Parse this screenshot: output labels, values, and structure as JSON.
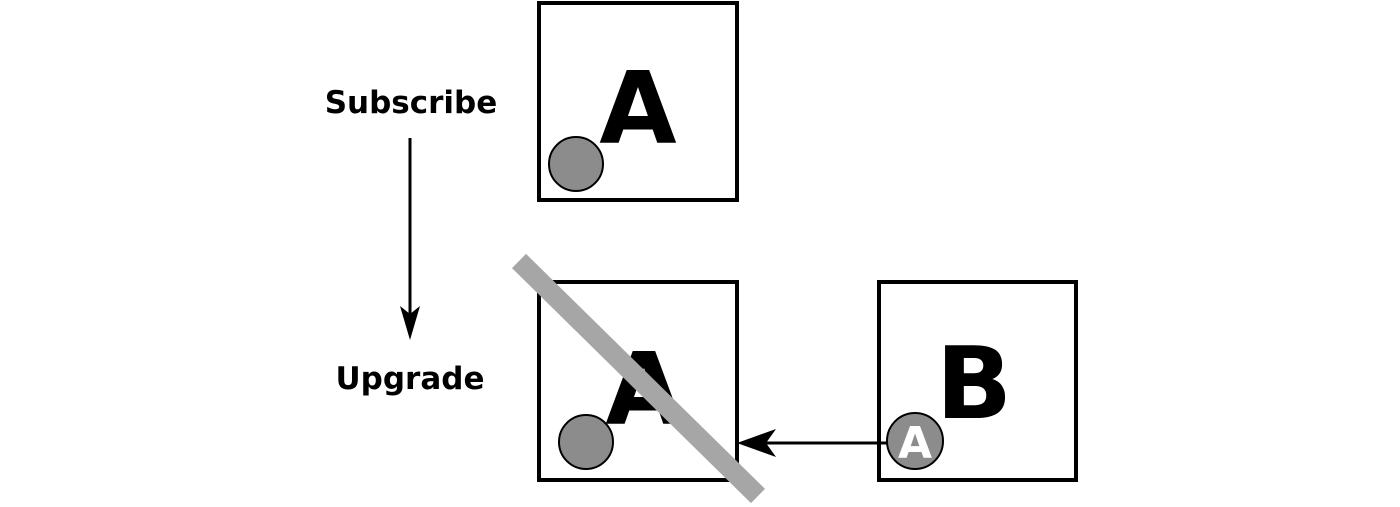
{
  "steps": {
    "subscribe_label": "Subscribe",
    "upgrade_label": "Upgrade"
  },
  "boxes": {
    "top_app_letter": "A",
    "bottom_old_app_letter": "A",
    "bottom_new_app_letter": "B",
    "migrated_badge_letter": "A"
  },
  "colors": {
    "stroke": "#000000",
    "circle_fill": "#8c8c8c",
    "strike_bar": "#a6a6a6",
    "badge_text": "#ffffff"
  },
  "icons": {
    "subscription_circle": "filled-circle",
    "down_arrow": "arrow-down",
    "left_arrow": "arrow-left",
    "strike": "diagonal-strike"
  }
}
